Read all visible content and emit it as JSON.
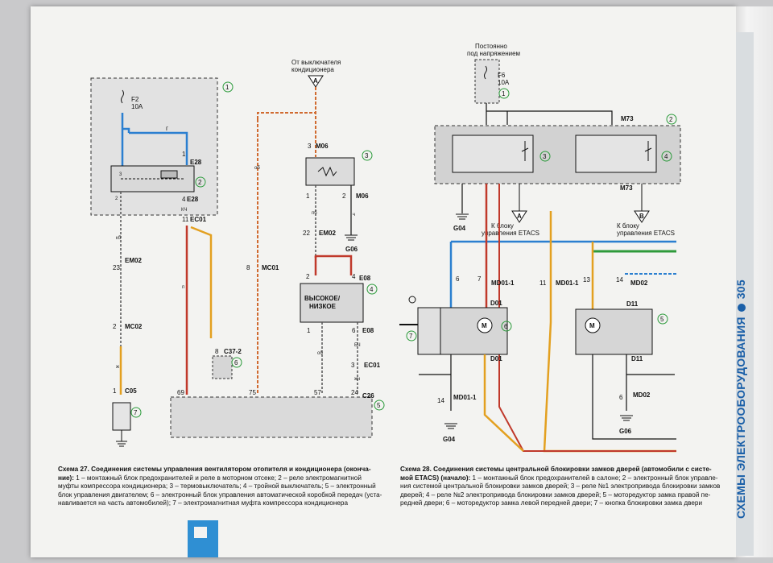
{
  "page": {
    "side_title": "СХЕМЫ ЭЛЕКТРООБОРУДОВАНИЯ",
    "page_number": "305"
  },
  "diagram27": {
    "label_ac_switch": [
      "От выключателя",
      "кондиционера"
    ],
    "fuse": {
      "id": "F2",
      "rating": "10A"
    },
    "connectors": {
      "e28_top": "E28",
      "e28_bottom": "E28",
      "ec01_top": "EC01",
      "em02": "EM02",
      "mc02": "MC02",
      "c05": "C05",
      "mc01": "MC01",
      "c37": "C37-2",
      "m06_top": "M06",
      "m06_right": "M06",
      "em02_b": "EM02",
      "g06": "G06",
      "e08_top": "E08",
      "e08_bottom": "E08",
      "ec01_b": "EC01",
      "c26": "C26"
    },
    "switch_text": [
      "ВЫСОКОЕ/",
      "НИЗКОЕ"
    ],
    "pins": {
      "p1": "1",
      "p2": "2",
      "p3": "3",
      "p4": "4",
      "p11": "11",
      "p23": "23",
      "p8": "8",
      "p22": "22",
      "p6": "6",
      "p57": "57",
      "p24": "24",
      "p69": "69",
      "p75": "75"
    },
    "wire_codes": {
      "r": "г",
      "kch": "КЧ",
      "kb": "кб",
      "ob": "об",
      "pb": "пб",
      "ch": "ч",
      "bch": "БЧ",
      "zhch": "жч",
      "zh": "ж",
      "p": "п"
    },
    "arrow": "A"
  },
  "diagram28": {
    "label_constant": [
      "Постоянно",
      "под напряжением"
    ],
    "fuse": {
      "id": "F6",
      "rating": "10A"
    },
    "connectors": {
      "m73_top": "M73",
      "m73_bottom": "M73",
      "g04_top": "G04",
      "md01_1_a": "MD01-1",
      "md01_1_b": "MD01-1",
      "md01_1_c": "MD01-1",
      "md02_a": "MD02",
      "md02_b": "MD02",
      "d01_a": "D01",
      "d01_b": "D01",
      "d11_a": "D11",
      "d11_b": "D11",
      "g04_bottom": "G04",
      "g06": "G06"
    },
    "etacs_1": [
      "К блоку",
      "управления ETACS"
    ],
    "etacs_2": [
      "К блоку",
      "управления ETACS"
    ],
    "arrows": [
      "A",
      "B"
    ]
  },
  "captions": {
    "c27_title": "Схема 27. Соединения системы управления вентилятором отопителя и кондиционера (оконча-",
    "c27_line2_bold": "ние):",
    "c27_line2": " 1 – монтажный блок предохранителей и реле в моторном отсеке; 2 – реле электромагнитной",
    "c27_line3": "муфты компрессора кондиционера; 3 – термовыключатель; 4 – тройной выключатель; 5 – электронный",
    "c27_line4": "блок управления двигателем; 6 – электронный блок управления автоматической коробкой передач (уста-",
    "c27_line5": "навливается на часть автомобилей); 7 – электромагнитная муфта компрессора кондиционера",
    "c28_title": "Схема 28. Соединения системы центральной блокировки замков дверей (автомобили с систе-",
    "c28_line2_bold": "мой ETACS) (начало):",
    "c28_line2": " 1 – монтажный блок предохранителей в салоне; 2 – электронный блок управле-",
    "c28_line3": "ния системой центральной блокировки замков дверей; 3 – реле №1 электропривода блокировки замков",
    "c28_line4": "дверей; 4 – реле №2 электропривода блокировки замков дверей; 5 – моторедуктор замка правой пе-",
    "c28_line5": "редней двери; 6 – моторедуктор замка левой передней двери; 7 – кнопка блокировки замка двери"
  },
  "colors": {
    "callout": "#2a9a3a",
    "blue_wire": "#2b7fd0",
    "red_wire": "#c0392b",
    "orange_wire": "#e3a020",
    "green_wire": "#2e9a3a",
    "side_title": "#1a5fa8"
  }
}
